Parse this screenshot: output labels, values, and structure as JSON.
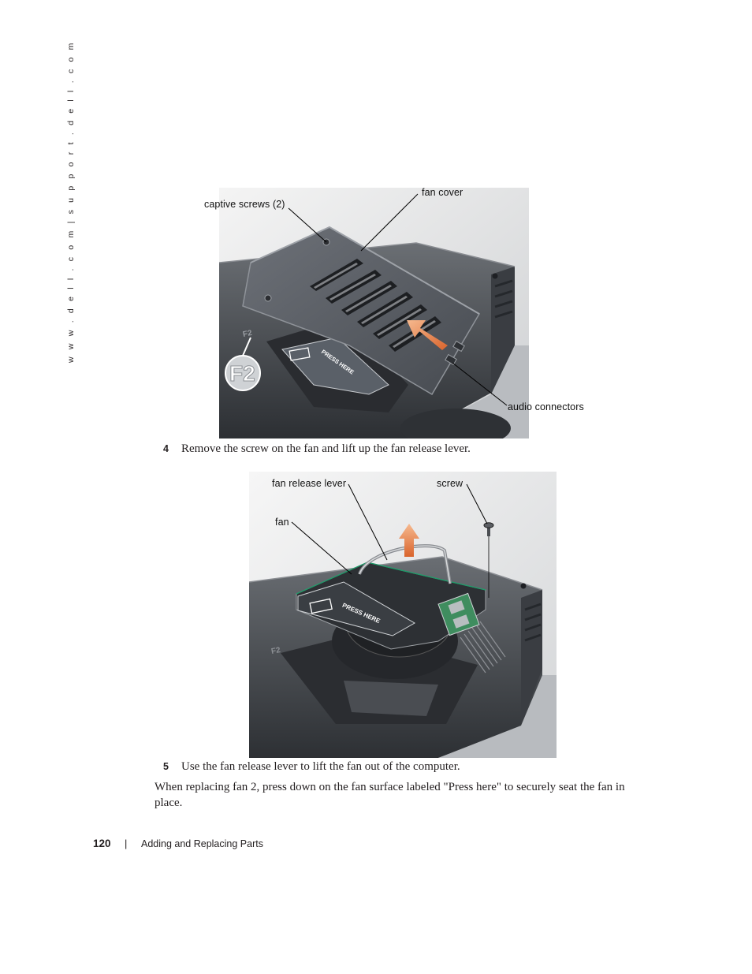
{
  "sidebar": {
    "url_text": "w w w . d e l l . c o m  |  s u p p o r t . d e l l . c o m"
  },
  "figure1": {
    "callouts": {
      "captive_screws": "captive screws (2)",
      "fan_cover": "fan cover",
      "audio_connectors": "audio connectors"
    },
    "keycap_small": "F2",
    "keycap_large": "F2",
    "press_here": "PRESS HERE"
  },
  "step4": {
    "number": "4",
    "text": "Remove the screw on the fan and lift up the fan release lever."
  },
  "figure2": {
    "callouts": {
      "fan_release_lever": "fan release lever",
      "screw": "screw",
      "fan": "fan"
    },
    "keycap": "F2",
    "press_here": "PRESS HERE"
  },
  "step5": {
    "number": "5",
    "text": "Use the fan release lever to lift the fan out of the computer."
  },
  "note": {
    "text": "When replacing fan 2, press down on the fan surface labeled \"Press here\" to securely seat the fan in place."
  },
  "footer": {
    "page_number": "120",
    "separator": "|",
    "section_title": "Adding and Replacing Parts"
  }
}
